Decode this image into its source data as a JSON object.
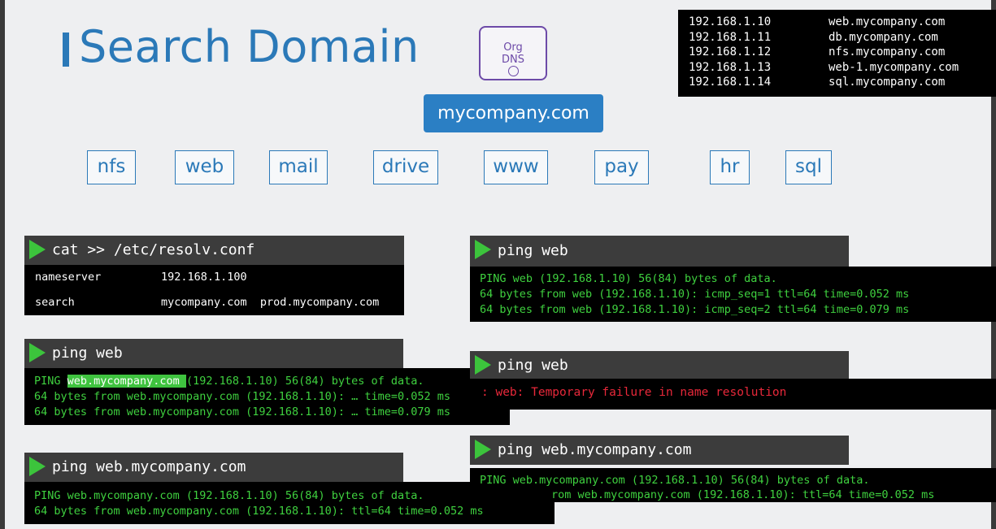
{
  "title": "Search Domain",
  "org_dns": {
    "line1": "Org",
    "line2": "DNS"
  },
  "domain": "mycompany.com",
  "subdomains": [
    "nfs",
    "web",
    "mail",
    "drive",
    "www",
    "pay",
    "hr",
    "sql"
  ],
  "hosts": [
    {
      "ip": "192.168.1.10",
      "name": "web.mycompany.com"
    },
    {
      "ip": "192.168.1.11",
      "name": "db.mycompany.com"
    },
    {
      "ip": "192.168.1.12",
      "name": "nfs.mycompany.com"
    },
    {
      "ip": "192.168.1.13",
      "name": "web-1.mycompany.com"
    },
    {
      "ip": "192.168.1.14",
      "name": "sql.mycompany.com"
    }
  ],
  "resolv": {
    "command": "cat >> /etc/resolv.conf",
    "nameserver_label": "nameserver",
    "nameserver_value": "192.168.1.100",
    "search_label": "search",
    "search_value": "mycompany.com  prod.mycompany.com"
  },
  "left_ping_web": {
    "command": "ping web",
    "line1_pre": "PING ",
    "line1_highlight": "web.mycompany.com ",
    "line1_post": "(192.168.1.10) 56(84) bytes of data.",
    "line2": "64 bytes from web.mycompany.com (192.168.1.10): … time=0.052 ms",
    "line3": "64 bytes from web.mycompany.com (192.168.1.10): … time=0.079 ms"
  },
  "left_ping_fqdn": {
    "command": "ping web.mycompany.com",
    "line1": "PING web.mycompany.com (192.168.1.10) 56(84) bytes of data.",
    "line2": "64 bytes from web.mycompany.com (192.168.1.10): ttl=64 time=0.052 ms"
  },
  "right_ping_web": {
    "command": "ping web",
    "line1": "PING web (192.168.1.10) 56(84) bytes of data.",
    "line2": "64 bytes from web (192.168.1.10): icmp_seq=1 ttl=64 time=0.052 ms",
    "line3": "64 bytes from web (192.168.1.10): icmp_seq=2 ttl=64 time=0.079 ms"
  },
  "right_ping_fail": {
    "command": "ping web",
    "error": ": web: Temporary failure in name resolution"
  },
  "right_ping_fqdn": {
    "command": "ping web.mycompany.com",
    "line1": "PING web.mycompany.com (192.168.1.10) 56(84) bytes of data.",
    "line2": "rom web.mycompany.com (192.168.1.10): ttl=64 time=0.052 ms"
  }
}
